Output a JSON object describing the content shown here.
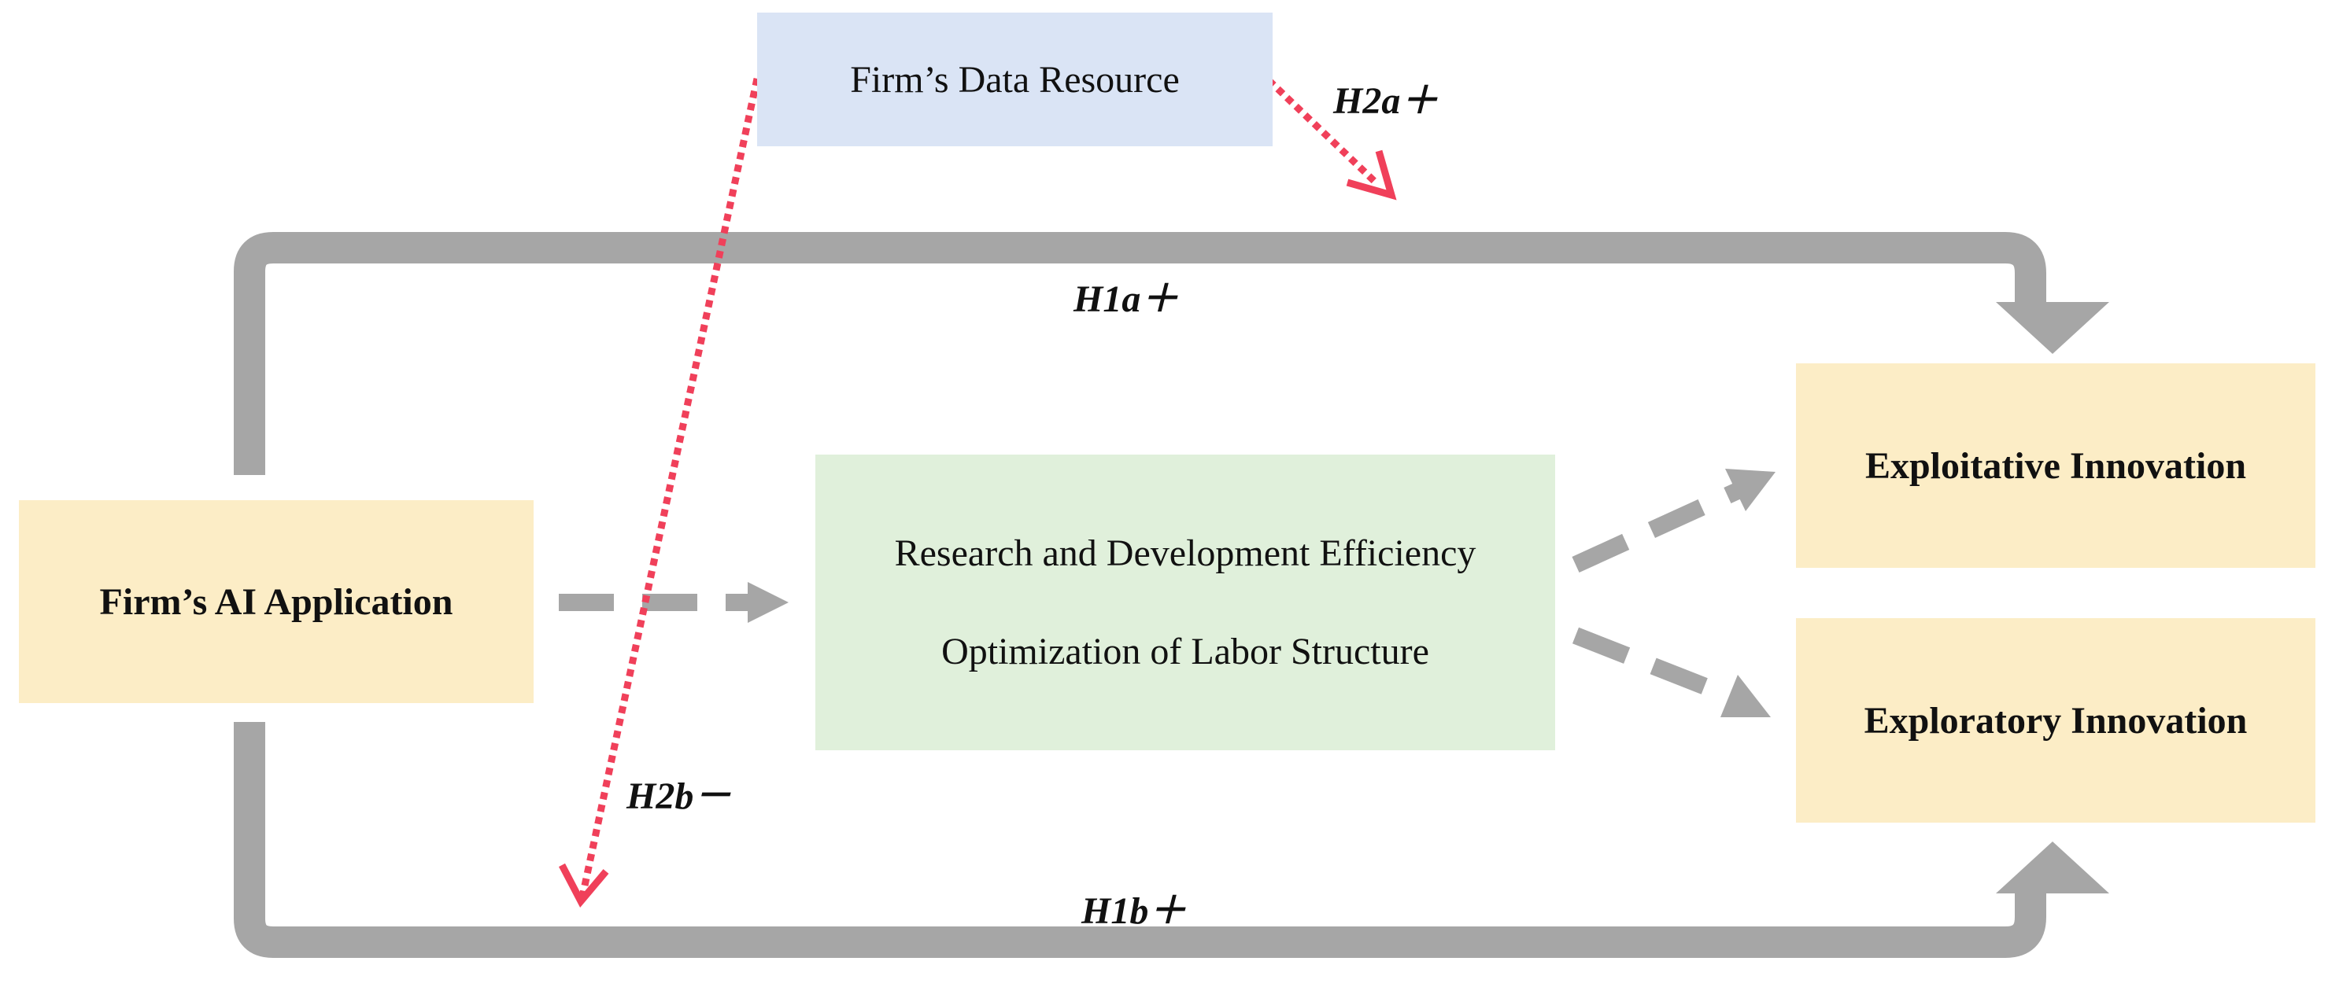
{
  "nodes": {
    "data_resource": "Firm’s Data Resource",
    "ai_application": "Firm’s AI Application",
    "rd_efficiency": "Research and Development Efficiency",
    "labor_structure": "Optimization of Labor Structure",
    "exploitative": "Exploitative Innovation",
    "exploratory": "Exploratory Innovation"
  },
  "hypotheses": {
    "h1a": "H1a＋",
    "h1b": "H1b＋",
    "h2a": "H2a＋",
    "h2b": "H2b－"
  },
  "colors": {
    "data_box": "#dae4f5",
    "ai_box": "#fcedc6",
    "mechanism_box": "#e0f0db",
    "outcome_box": "#fcedc6",
    "main_arrow": "#a6a6a6",
    "moderation_arrow": "#f0405a"
  }
}
